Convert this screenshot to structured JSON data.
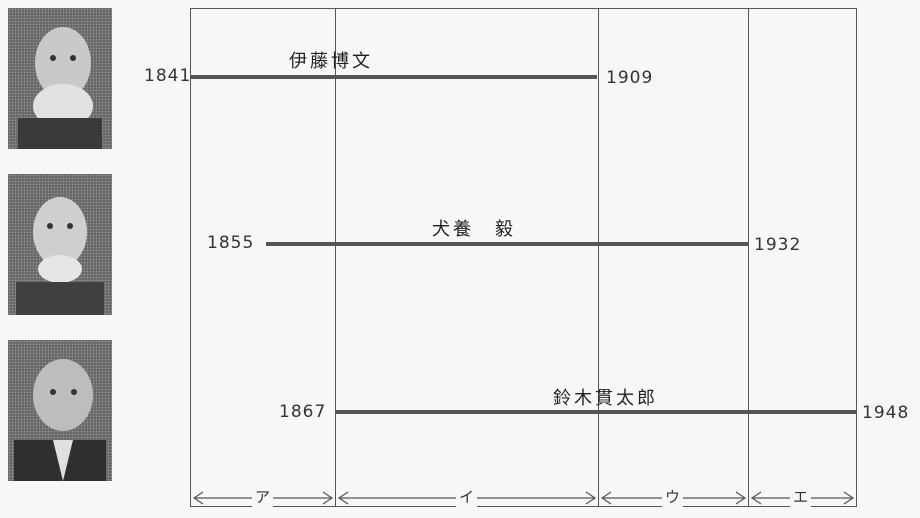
{
  "figures": [
    {
      "name": "伊藤博文",
      "birth": "1841",
      "death": "1909",
      "portrait": "portrait-photo"
    },
    {
      "name": "犬養　毅",
      "birth": "1855",
      "death": "1932",
      "portrait": "portrait-photo"
    },
    {
      "name": "鈴木貫太郎",
      "birth": "1867",
      "death": "1948",
      "portrait": "portrait-photo"
    }
  ],
  "periods": [
    "ア",
    "イ",
    "ウ",
    "エ"
  ],
  "colors": {
    "line": "#555555",
    "background": "#f7f7f5"
  }
}
